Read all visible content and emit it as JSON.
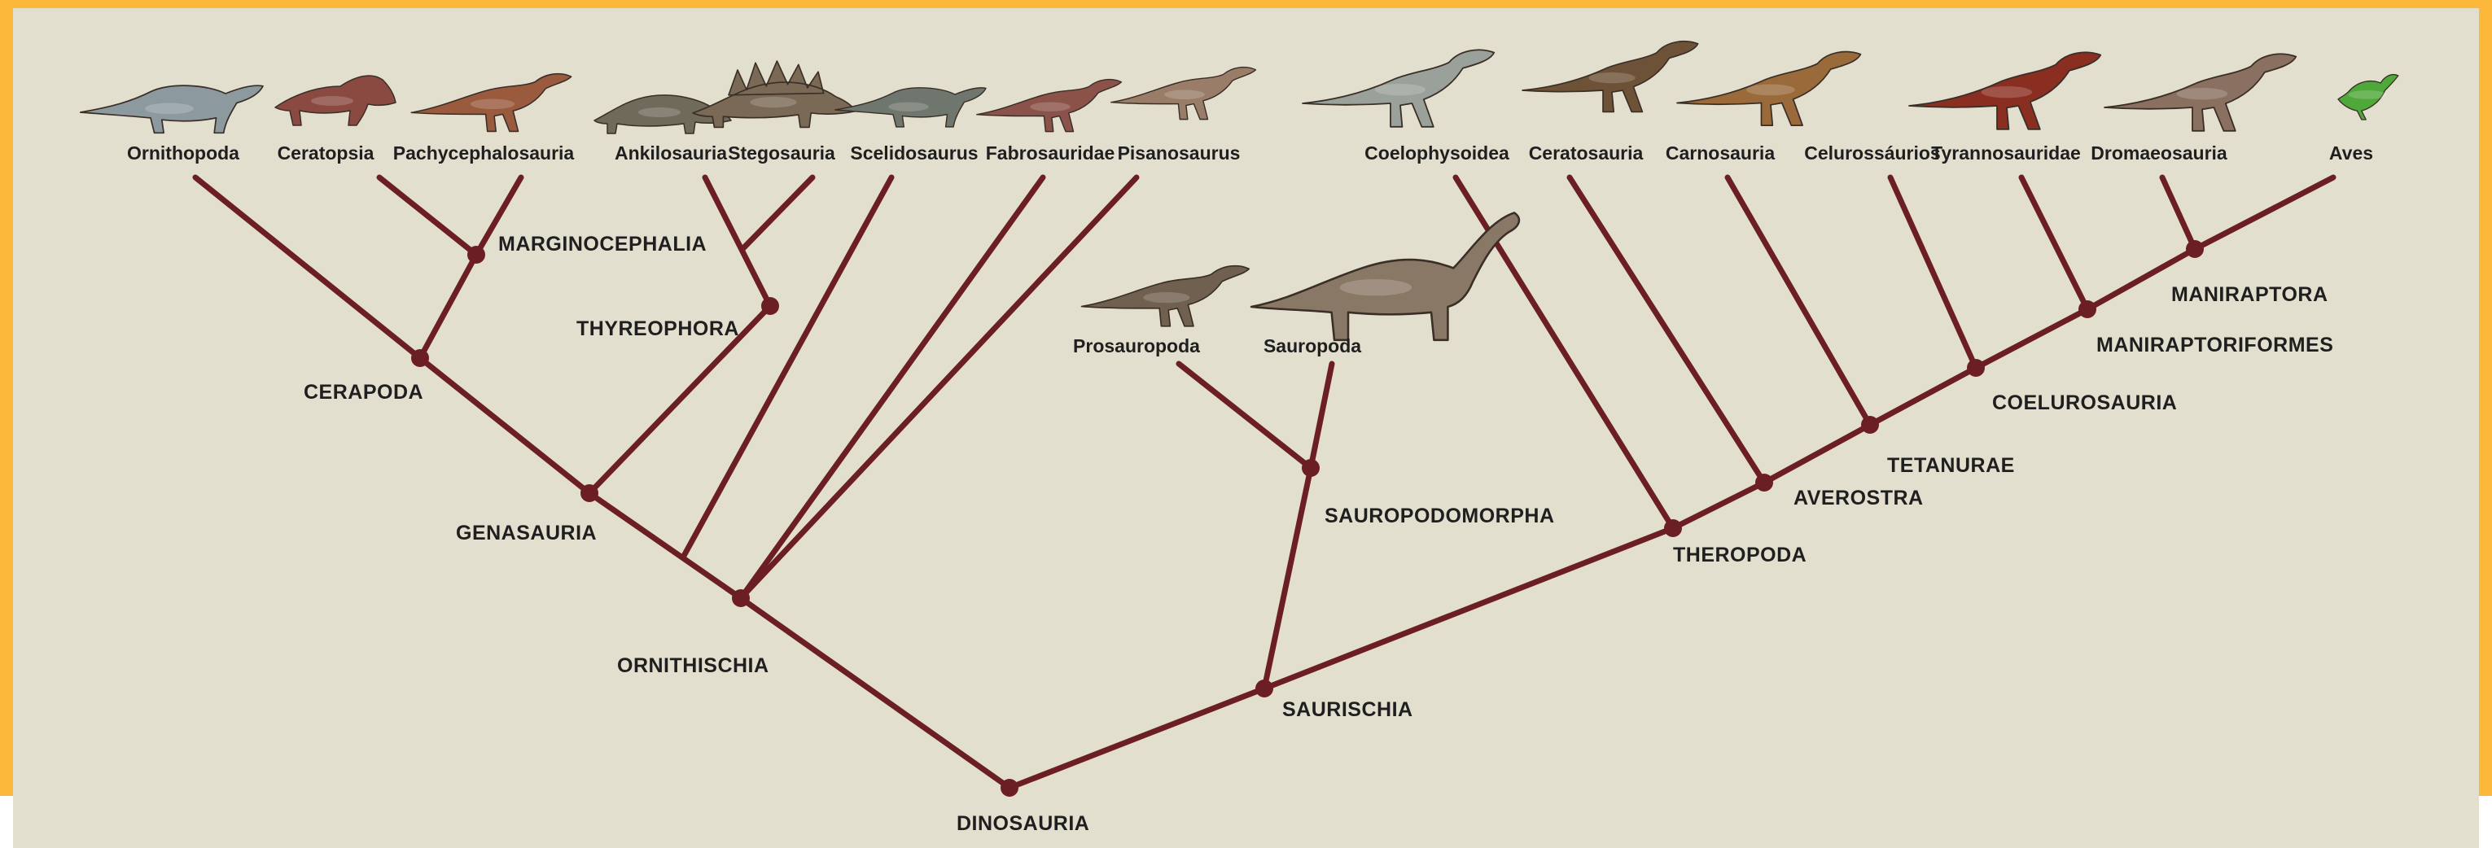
{
  "colors": {
    "frame": "#fbb83a",
    "background": "#e3dfcf",
    "branch": "#6b1f24",
    "node": "#6b1f24",
    "text": "#1f1f1f"
  },
  "taxa": [
    {
      "id": "ornithopoda",
      "label": "Ornithopoda",
      "illustration": "ornithopod-dinosaur-illustration",
      "color": "#8c9aa0"
    },
    {
      "id": "ceratopsia",
      "label": "Ceratopsia",
      "illustration": "ceratopsian-dinosaur-illustration",
      "color": "#8a4a42"
    },
    {
      "id": "pachycephalosauria",
      "label": "Pachycephalosauria",
      "illustration": "pachycephalosaur-illustration",
      "color": "#9a5a3e"
    },
    {
      "id": "ankilosauria",
      "label": "Ankilosauria",
      "illustration": "ankylosaur-illustration",
      "color": "#6f6a5a"
    },
    {
      "id": "stegosauria",
      "label": "Stegosauria",
      "illustration": "stegosaur-illustration",
      "color": "#7a6a55"
    },
    {
      "id": "scelidosaurus",
      "label": "Scelidosaurus",
      "illustration": "scelidosaurus-illustration",
      "color": "#6f766d"
    },
    {
      "id": "fabrosauridae",
      "label": "Fabrosauridae",
      "illustration": "fabrosaurid-illustration",
      "color": "#8a5248"
    },
    {
      "id": "pisanosaurus",
      "label": "Pisanosaurus",
      "illustration": "pisanosaurus-illustration",
      "color": "#9a7d68"
    },
    {
      "id": "coelophysoidea",
      "label": "Coelophysoidea",
      "illustration": "coelophysoid-illustration",
      "color": "#9aa09a"
    },
    {
      "id": "ceratosauria",
      "label": "Ceratosauria",
      "illustration": "ceratosaur-illustration",
      "color": "#6d5238"
    },
    {
      "id": "carnosauria",
      "label": "Carnosauria",
      "illustration": "carnosaur-illustration",
      "color": "#9a6a3a"
    },
    {
      "id": "celurossaurios",
      "label": "Celurossáurios",
      "illustration": "",
      "color": ""
    },
    {
      "id": "tyrannosauridae",
      "label": "Tyrannosauridae",
      "illustration": "tyrannosaur-illustration",
      "color": "#8a2e22"
    },
    {
      "id": "dromaeosauria",
      "label": "Dromaeosauria",
      "illustration": "dromaeosaur-illustration",
      "color": "#8a7060"
    },
    {
      "id": "aves",
      "label": "Aves",
      "illustration": "green-parrot-illustration",
      "color": "#4fa83a"
    },
    {
      "id": "prosauropoda",
      "label": "Prosauropoda",
      "illustration": "prosauropod-illustration",
      "color": "#6f6050"
    },
    {
      "id": "sauropoda",
      "label": "Sauropoda",
      "illustration": "sauropod-illustration",
      "color": "#8a7866"
    }
  ],
  "clades": [
    {
      "id": "marginocephalia",
      "label": "MARGINOCEPHALIA"
    },
    {
      "id": "thyreophora",
      "label": "THYREOPHORA"
    },
    {
      "id": "cerapoda",
      "label": "CERAPODA"
    },
    {
      "id": "genasauria",
      "label": "GENASAURIA"
    },
    {
      "id": "ornithischia",
      "label": "ORNITHISCHIA"
    },
    {
      "id": "dinosauria",
      "label": "DINOSAURIA"
    },
    {
      "id": "sauropodomorpha",
      "label": "SAUROPODOMORPHA"
    },
    {
      "id": "saurischia",
      "label": "SAURISCHIA"
    },
    {
      "id": "theropoda",
      "label": "THEROPODA"
    },
    {
      "id": "averostra",
      "label": "AVEROSTRA"
    },
    {
      "id": "tetanurae",
      "label": "TETANURAE"
    },
    {
      "id": "coelurosauria",
      "label": "COELUROSAURIA"
    },
    {
      "id": "maniraptoriformes",
      "label": "MANIRAPTORIFORMES"
    },
    {
      "id": "maniraptora",
      "label": "MANIRAPTORA"
    }
  ]
}
